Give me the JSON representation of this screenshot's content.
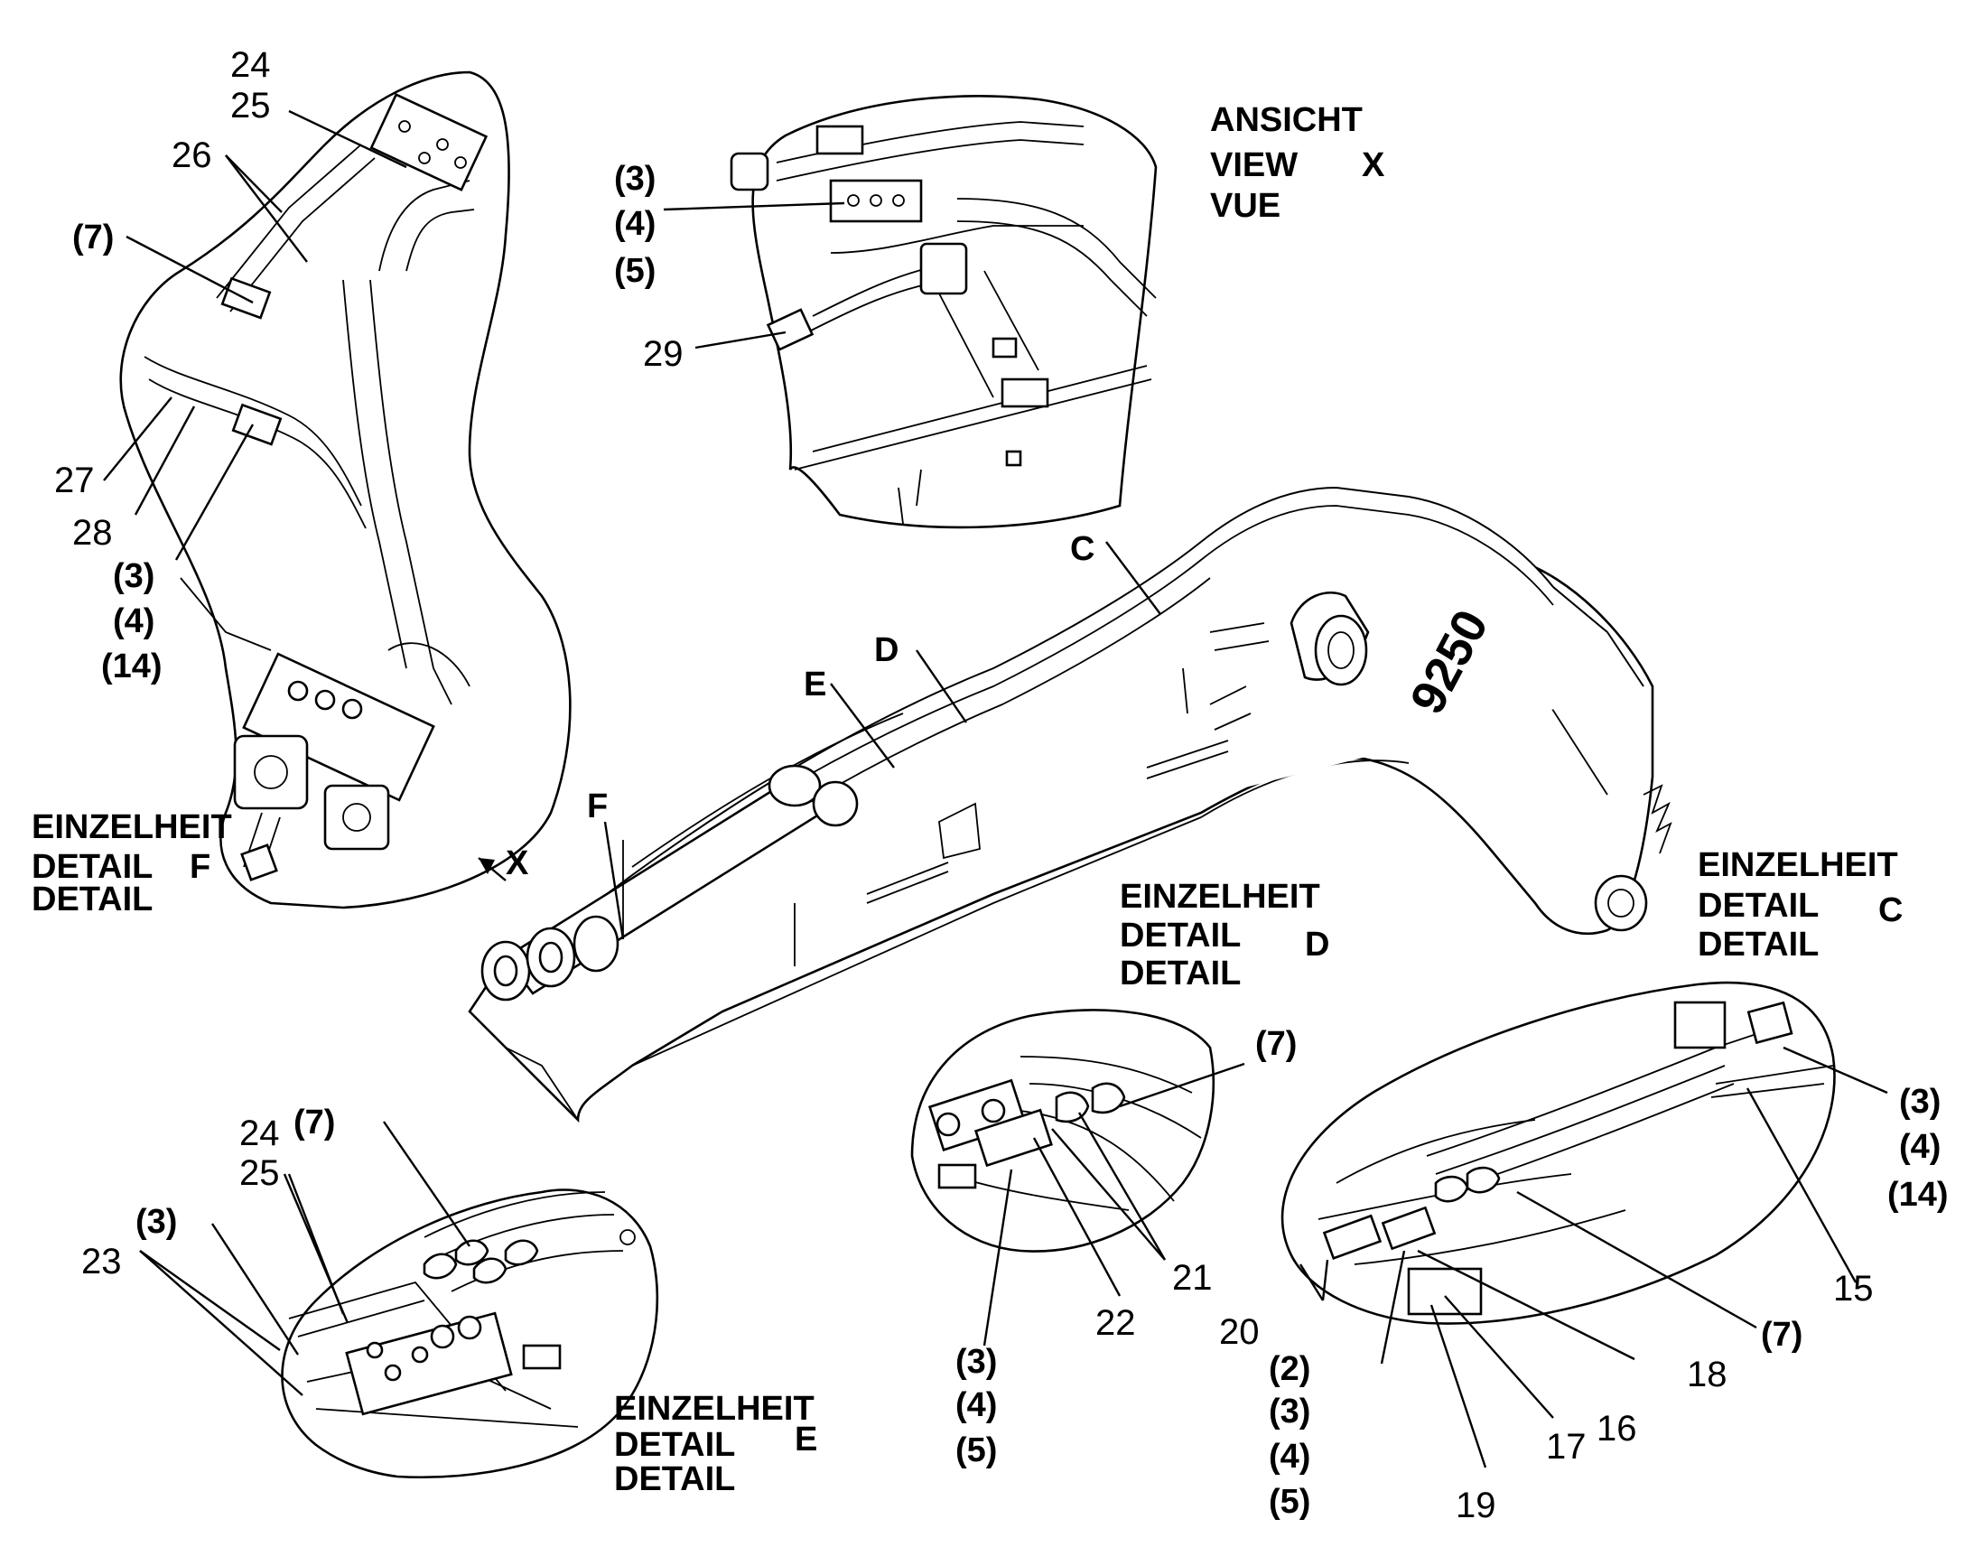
{
  "detail_f": {
    "n24": "24",
    "n25": "25",
    "n26": "26",
    "n7": "(7)",
    "n27": "27",
    "n28": "28",
    "n3": "(3)",
    "n4": "(4)",
    "n14": "(14)",
    "title1": "EINZELHEIT",
    "title2": "DETAIL",
    "letter": "F",
    "title3": "DETAIL"
  },
  "view_x": {
    "n3": "(3)",
    "n4": "(4)",
    "n5": "(5)",
    "n29": "29",
    "title1": "ANSICHT",
    "title2": "VIEW",
    "letter": "X",
    "title3": "VUE"
  },
  "boom": {
    "logo": "9250",
    "marker_c": "C",
    "marker_d": "D",
    "marker_e": "E",
    "marker_f": "F",
    "marker_x": "X"
  },
  "detail_d": {
    "title1": "EINZELHEIT",
    "title2": "DETAIL",
    "letter": "D",
    "title3": "DETAIL",
    "n7": "(7)",
    "n21": "21",
    "n22": "22",
    "n3": "(3)",
    "n4": "(4)",
    "n5": "(5)"
  },
  "detail_c": {
    "title1": "EINZELHEIT",
    "title2": "DETAIL",
    "letter": "C",
    "title3": "DETAIL",
    "n3": "(3)",
    "n4": "(4)",
    "n14": "(14)",
    "n15": "15",
    "n7": "(7)",
    "n18": "18",
    "n16": "16",
    "n17": "17",
    "n19": "19",
    "n20": "20",
    "n2": "(2)",
    "n3b": "(3)",
    "n4b": "(4)",
    "n5": "(5)"
  },
  "detail_e": {
    "n24": "24",
    "n25": "25",
    "n7": "(7)",
    "n3": "(3)",
    "n23": "23",
    "title1": "EINZELHEIT",
    "title2": "DETAIL",
    "letter": "E",
    "title3": "DETAIL"
  }
}
